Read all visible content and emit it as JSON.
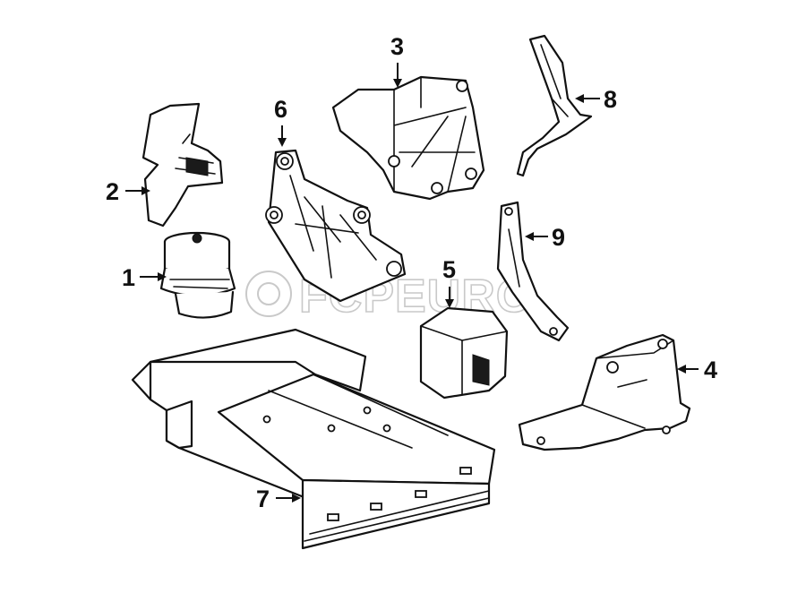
{
  "diagram": {
    "callouts": [
      {
        "id": "1",
        "label": "1"
      },
      {
        "id": "2",
        "label": "2"
      },
      {
        "id": "3",
        "label": "3"
      },
      {
        "id": "4",
        "label": "4"
      },
      {
        "id": "5",
        "label": "5"
      },
      {
        "id": "6",
        "label": "6"
      },
      {
        "id": "7",
        "label": "7"
      },
      {
        "id": "8",
        "label": "8"
      },
      {
        "id": "9",
        "label": "9"
      }
    ],
    "watermark": "FCPEURO",
    "colors": {
      "line": "#111111",
      "background": "#ffffff",
      "watermark": "#c9c9c9"
    }
  }
}
